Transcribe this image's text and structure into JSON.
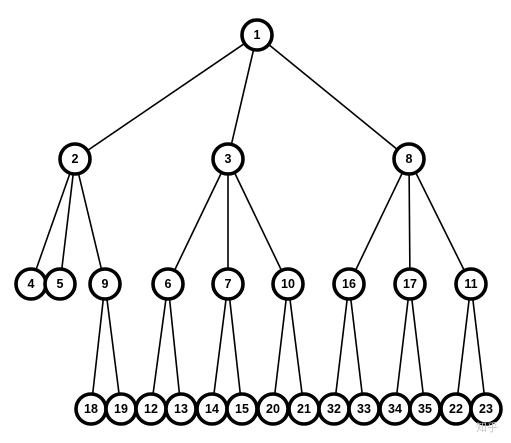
{
  "tree": {
    "nodes": [
      {
        "id": "1",
        "label": "1"
      },
      {
        "id": "2",
        "label": "2"
      },
      {
        "id": "3",
        "label": "3"
      },
      {
        "id": "8",
        "label": "8"
      },
      {
        "id": "4",
        "label": "4"
      },
      {
        "id": "5",
        "label": "5"
      },
      {
        "id": "9",
        "label": "9"
      },
      {
        "id": "6",
        "label": "6"
      },
      {
        "id": "7",
        "label": "7"
      },
      {
        "id": "10",
        "label": "10"
      },
      {
        "id": "16",
        "label": "16"
      },
      {
        "id": "17",
        "label": "17"
      },
      {
        "id": "11",
        "label": "11"
      },
      {
        "id": "18",
        "label": "18"
      },
      {
        "id": "19",
        "label": "19"
      },
      {
        "id": "12",
        "label": "12"
      },
      {
        "id": "13",
        "label": "13"
      },
      {
        "id": "14",
        "label": "14"
      },
      {
        "id": "15",
        "label": "15"
      },
      {
        "id": "20",
        "label": "20"
      },
      {
        "id": "21",
        "label": "21"
      },
      {
        "id": "32",
        "label": "32"
      },
      {
        "id": "33",
        "label": "33"
      },
      {
        "id": "34",
        "label": "34"
      },
      {
        "id": "35",
        "label": "35"
      },
      {
        "id": "22",
        "label": "22"
      },
      {
        "id": "23",
        "label": "23"
      }
    ],
    "edges": [
      [
        "1",
        "2"
      ],
      [
        "1",
        "3"
      ],
      [
        "1",
        "8"
      ],
      [
        "2",
        "4"
      ],
      [
        "2",
        "5"
      ],
      [
        "2",
        "9"
      ],
      [
        "3",
        "6"
      ],
      [
        "3",
        "7"
      ],
      [
        "3",
        "10"
      ],
      [
        "8",
        "16"
      ],
      [
        "8",
        "17"
      ],
      [
        "8",
        "11"
      ],
      [
        "9",
        "18"
      ],
      [
        "9",
        "19"
      ],
      [
        "6",
        "12"
      ],
      [
        "6",
        "13"
      ],
      [
        "7",
        "14"
      ],
      [
        "7",
        "15"
      ],
      [
        "10",
        "20"
      ],
      [
        "10",
        "21"
      ],
      [
        "16",
        "32"
      ],
      [
        "16",
        "33"
      ],
      [
        "17",
        "34"
      ],
      [
        "17",
        "35"
      ],
      [
        "11",
        "22"
      ],
      [
        "11",
        "23"
      ]
    ]
  },
  "colors": {
    "stroke": "#000000",
    "fill": "#ffffff",
    "watermark": "#c8c8c8"
  },
  "watermark": "知乎"
}
